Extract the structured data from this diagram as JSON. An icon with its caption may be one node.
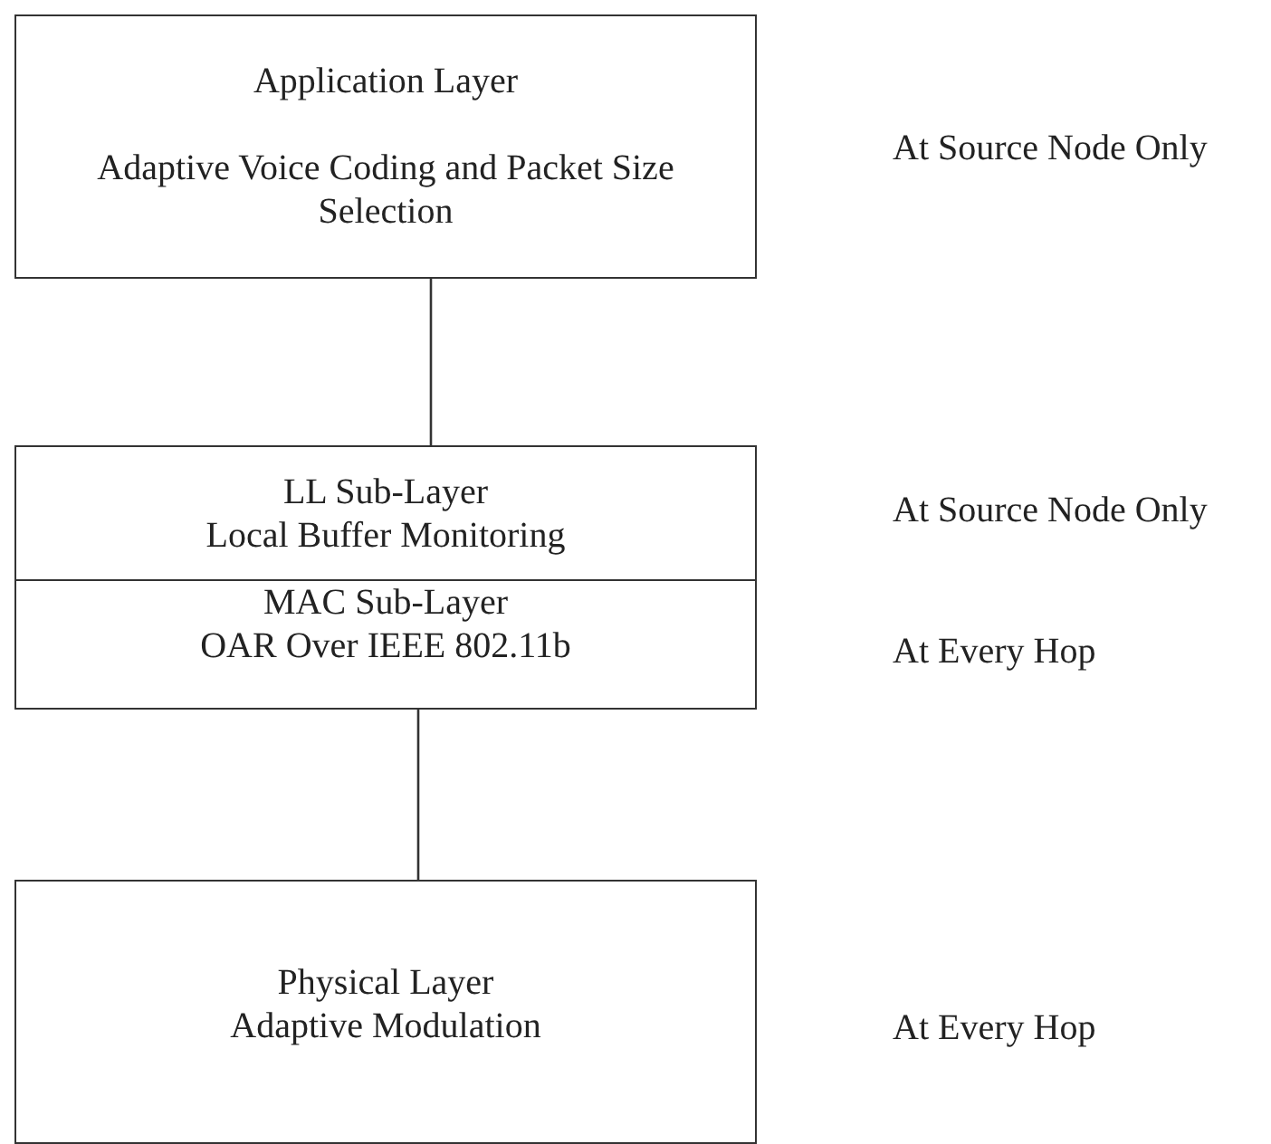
{
  "diagram": {
    "nodes": [
      {
        "text": [
          "Application Layer",
          "Adaptive Voice Coding and Packet Size Selection"
        ],
        "beside": [
          "At Source Node Only"
        ]
      },
      {
        "text": [],
        "shape": "box"
      },
      {
        "text": [
          "LL Sub-Layer",
          "Local Buffer Monitoring"
        ],
        "in": 1,
        "beside": [
          "At Source Node Only"
        ]
      },
      {
        "text": [
          "MAC Sub-Layer",
          "OAR Over IEEE 802.11b"
        ],
        "in": 1
      },
      {
        "text": [
          "Physical Layer",
          "Adaptive Modulation"
        ],
        "beside": [
          "At Every Hop"
        ]
      }
    ],
    "edges": [
      {
        "from": 0,
        "to": 1,
        "arrow": "none"
      },
      {
        "from": 1,
        "to": 4,
        "arrow": "none"
      }
    ],
    "labels": [
      "At Every Hop"
    ]
  }
}
